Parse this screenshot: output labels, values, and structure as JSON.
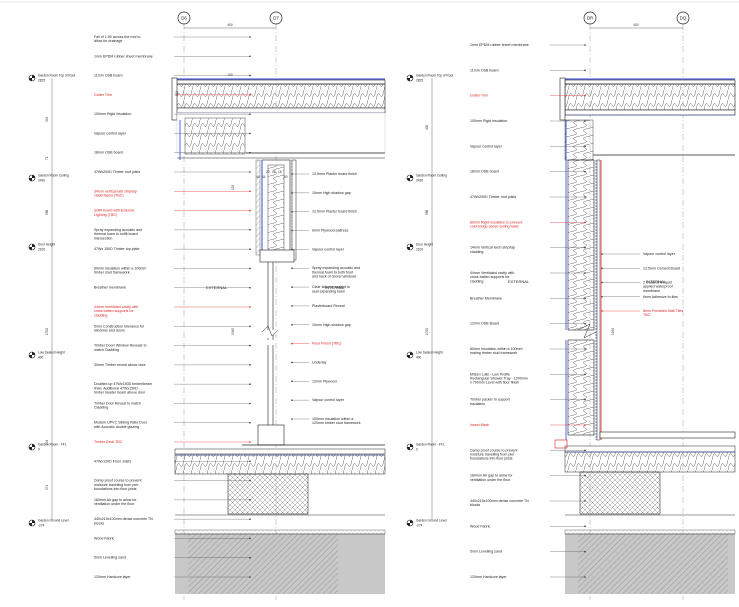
{
  "left_detail": {
    "grid_a": "D6",
    "grid_b": "D7",
    "grid_spacing": "400",
    "levels": [
      {
        "name": "Garden Room Top of Roof",
        "value": "2825"
      },
      {
        "name": "Garden Room Ceiling",
        "value": "2430"
      },
      {
        "name": "Door Height",
        "value": "2100"
      },
      {
        "name": "Low Sealed Height",
        "value": "400"
      },
      {
        "name": "Garden Room - FFL",
        "value": "0"
      },
      {
        "name": "Garden Ground Level",
        "value": "-274"
      }
    ],
    "zone_external": "EXTERNAL",
    "zone_internal": "INTERNAL",
    "notes_left": [
      {
        "text": "Fall of 1:50 across the roof to allow for drainage",
        "red": false
      },
      {
        "text": "1mm EPDM rubber sheet membrane",
        "red": false
      },
      {
        "text": "11mm OSB board",
        "red": false
      },
      {
        "text": "Gutter Trim",
        "red": true
      },
      {
        "text": "100mm Rigid insulation",
        "red": false
      },
      {
        "text": "Vapour control layer",
        "red": false
      },
      {
        "text": "18mm OSB board",
        "red": false
      },
      {
        "text": "47Wx200D Timber roof joists",
        "red": false
      },
      {
        "text": "34mm vertical lath strip/lap cladd fascia (TBC)",
        "red": true
      },
      {
        "text": "Soffit board with External Lighting (TBC)",
        "red": true
      },
      {
        "text": "Spray expanding acoustic and thermal foam to soffit board intersection",
        "red": false
      },
      {
        "text": "47Wx 150D Timber top plate",
        "red": false
      },
      {
        "text": "60mm insulation within a 100mm timber stud framework",
        "red": false
      },
      {
        "text": "Breather membrane",
        "red": false
      },
      {
        "text": "44mm Ventilated cavity with cross batten supports for cladding",
        "red": true
      },
      {
        "text": "5mm Construction tolerance for windows and doors",
        "red": false
      },
      {
        "text": "Timber Door/ Window Reveals to match Cladding",
        "red": false
      },
      {
        "text": "30mm Timber reveal above door",
        "red": false
      },
      {
        "text": "Doubled up 47Wx150D timber/beam lintel. Additional 47Wx150D timber header beam above door",
        "red": false
      },
      {
        "text": "Timber Door Reveal to match Cladding",
        "red": false
      },
      {
        "text": "Modern UPVC Sliding Patio Door with Acoustic double glazing",
        "red": false
      },
      {
        "text": "Timber Deck TBC",
        "red": true
      },
      {
        "text": "47Wx120D Floor Joists",
        "red": false
      },
      {
        "text": "Damp proof course to prevent moisture travelling from pier foundations into floor joists",
        "red": false
      },
      {
        "text": "160mm Air gap to allow for ventilation under the floor",
        "red": false
      },
      {
        "text": "440x215x100mm dense concrete 7N blocks",
        "red": false
      },
      {
        "text": "Wood Fabric",
        "red": false
      },
      {
        "text": "5mm Levelling sand",
        "red": false
      },
      {
        "text": "120mm Hardcore layer",
        "red": false
      }
    ],
    "notes_right": [
      {
        "text": "12.5mm Plaster board finish",
        "red": false
      },
      {
        "text": "10mm High shadow gap",
        "red": false
      },
      {
        "text": "12.5mm Plaster board finish",
        "red": false
      },
      {
        "text": "9mm Plywood pattress",
        "red": false
      },
      {
        "text": "Vapour control layer",
        "red": false
      },
      {
        "text": "Spray expanding acoustic and thermal foam to both front and back of doors/ windows",
        "red": false
      },
      {
        "text": "Clear silicone sealant to seal expanding foam",
        "red": false
      },
      {
        "text": "Plasterboard Reveal",
        "red": false
      },
      {
        "text": "10mm High shadow gap",
        "red": false
      },
      {
        "text": "Floor Finish (TBC)",
        "red": true
      },
      {
        "text": "Underlay",
        "red": false
      },
      {
        "text": "12mm Plywood",
        "red": false
      },
      {
        "text": "Vapour control layer",
        "red": false
      },
      {
        "text": "100mm insulation within a 120mm timber stud framework",
        "red": false
      }
    ],
    "dims": {
      "roof_thk": "112",
      "fascia": "349",
      "ceiling_gap": "71",
      "upper": "132",
      "wall": "566",
      "door": "1700",
      "low": "1990",
      "floor": "194",
      "base": "274",
      "top": "150",
      "u1": "20",
      "u2": "12",
      "u3": "18",
      "u4": "44",
      "u5": "44",
      "u6": "60"
    }
  },
  "right_detail": {
    "grid_a": "DR",
    "grid_b": "DQ",
    "grid_spacing": "400",
    "levels": [
      {
        "name": "Garden Room Top of Roof",
        "value": "2825"
      },
      {
        "name": "Garden Room Ceiling",
        "value": "2430"
      },
      {
        "name": "Door Height",
        "value": "2100"
      },
      {
        "name": "Low Sealed Height",
        "value": "400"
      },
      {
        "name": "Garden Room - FFL",
        "value": "0"
      },
      {
        "name": "Garden Ground Level",
        "value": "-274"
      }
    ],
    "zone_external": "EXTERNAL",
    "zone_internal": "INTERNAL",
    "notes_left": [
      {
        "text": "1mm EPDM rubber sheet membrane",
        "red": false
      },
      {
        "text": "11mm OSB board",
        "red": false
      },
      {
        "text": "Gutter Trim",
        "red": true
      },
      {
        "text": "100mm Rigid insulation",
        "red": false
      },
      {
        "text": "Vapour control layer",
        "red": false
      },
      {
        "text": "18mm OSB board",
        "red": false
      },
      {
        "text": "47Wx200D Timber roof joists",
        "red": false
      },
      {
        "text": "80mm Rigid insulation to prevent cold bridge above ceiling walls",
        "red": true
      },
      {
        "text": "14mm Vertical larch strip/lap cladding",
        "red": false
      },
      {
        "text": "44mm Ventilated cavity with cross batten supports for cladding",
        "red": false
      },
      {
        "text": "Breather Membrane",
        "red": false
      },
      {
        "text": "12mm OSB Board",
        "red": false
      },
      {
        "text": "80mm Insulation within a 100mm mating timber stud framework",
        "red": false
      },
      {
        "text": "Mitsen Lulls - Low Profile Rectangular Shower Tray - 1200mm x 700mm Level with floor finish",
        "red": false
      },
      {
        "text": "Timber packer to support insulation",
        "red": false
      },
      {
        "text": "Insect Mesh",
        "red": true
      },
      {
        "text": "Damp proof course to prevent moisture travelling from pier foundations into floor joists",
        "red": false
      },
      {
        "text": "160mm Air gap to allow for ventilation under the floor",
        "red": false
      },
      {
        "text": "440x215x100mm dense concrete 7N blocks",
        "red": false
      },
      {
        "text": "Wood Fabric",
        "red": false
      },
      {
        "text": "5mm Levelling sand",
        "red": false
      },
      {
        "text": "120mm Hardcore layer",
        "red": false
      }
    ],
    "notes_right": [
      {
        "text": "Vapour control layer",
        "red": false
      },
      {
        "text": "12.5mm Cement Board",
        "red": false
      },
      {
        "text": "2 Coats of a liquid applied waterproof membrane",
        "red": false
      },
      {
        "text": "6mm Adhesive to tiles",
        "red": false
      },
      {
        "text": "8mm Porcelain Wall Tiles TBC",
        "red": true
      }
    ],
    "dims": {
      "roof": "400",
      "wall": "566",
      "door": "1700",
      "low": "1990"
    }
  },
  "colors": {
    "red": "#e02020",
    "blue": "#2a3fd8",
    "hatch": "#666666",
    "ground": "#c8c8c8"
  }
}
